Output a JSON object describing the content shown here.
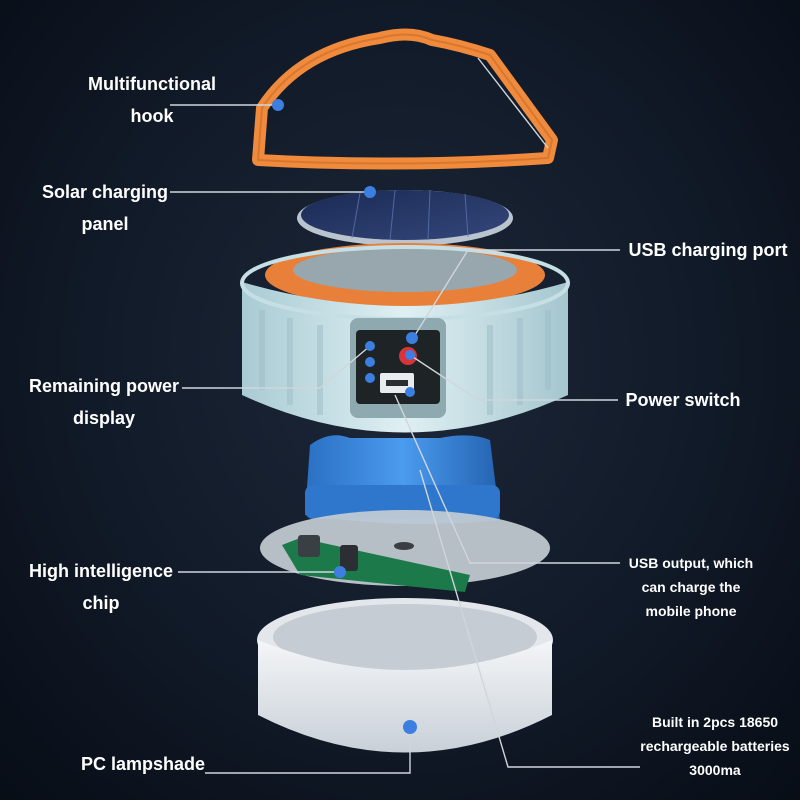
{
  "callouts": {
    "hook": {
      "line1": "Multifunctional",
      "line2": "hook"
    },
    "solar": {
      "line1": "Solar charging",
      "line2": "panel"
    },
    "usb_port": {
      "line1": "USB charging port"
    },
    "remaining_power": {
      "line1": "Remaining power",
      "line2": "display"
    },
    "power_switch": {
      "line1": "Power switch"
    },
    "chip": {
      "line1": "High intelligence",
      "line2": "chip"
    },
    "usb_output": {
      "line1": "USB output, which",
      "line2": "can charge the",
      "line3": "mobile phone"
    },
    "lampshade": {
      "line1": "PC lampshade"
    },
    "batteries": {
      "line1": "Built in 2pcs 18650",
      "line2": "rechargeable batteries",
      "line3": "3000ma"
    }
  },
  "colors": {
    "background": "#0d1522",
    "hook": "#f08a3c",
    "body": "#cfe6ec",
    "ring": "#e8803a",
    "battery": "#2f7fd6",
    "marker": "#3d7fe0",
    "leader": "#d0d6dc"
  }
}
